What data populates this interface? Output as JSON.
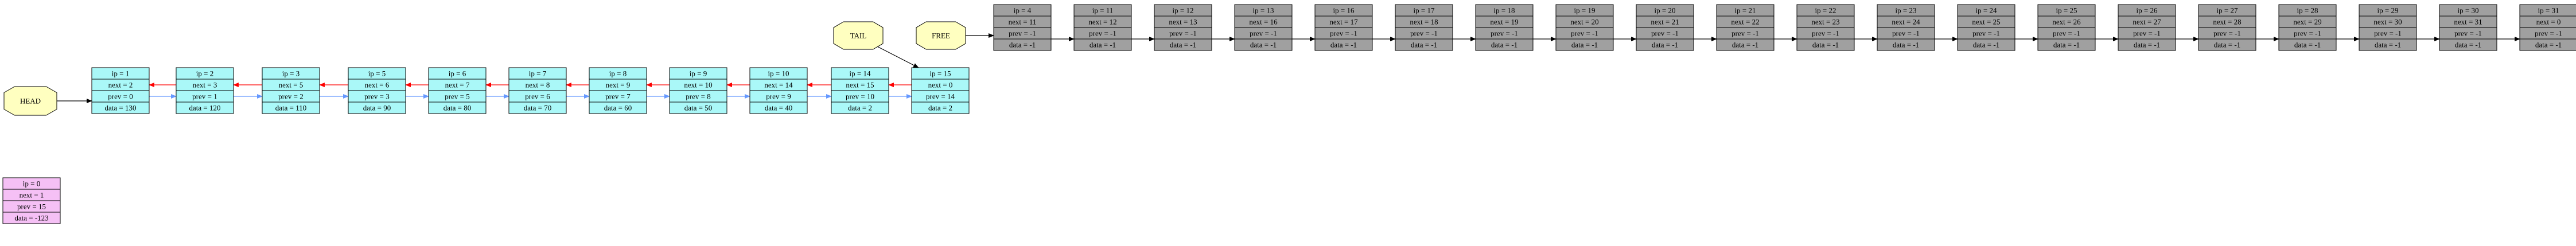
{
  "labels": {
    "head": "HEAD",
    "tail": "TAIL",
    "free": "FREE"
  },
  "colors": {
    "active_fill": "#aaf8f8",
    "free_fill": "#a0a0a0",
    "sentinel_fill": "#f5c0f5",
    "pointer_fill": "#ffffc0",
    "next_edge": "#ff0000",
    "prev_edge": "#6699ff",
    "default_edge": "#000000"
  },
  "sentinel": {
    "ip": "ip = 0",
    "next": "next = 1",
    "prev": "prev = 15",
    "data": "data = -123"
  },
  "active_nodes": [
    {
      "ip": "ip = 1",
      "next": "next = 2",
      "prev": "prev = 0",
      "data": "data = 130"
    },
    {
      "ip": "ip = 2",
      "next": "next = 3",
      "prev": "prev = 1",
      "data": "data = 120"
    },
    {
      "ip": "ip = 3",
      "next": "next = 5",
      "prev": "prev = 2",
      "data": "data = 110"
    },
    {
      "ip": "ip = 5",
      "next": "next = 6",
      "prev": "prev = 3",
      "data": "data = 90"
    },
    {
      "ip": "ip = 6",
      "next": "next = 7",
      "prev": "prev = 5",
      "data": "data = 80"
    },
    {
      "ip": "ip = 7",
      "next": "next = 8",
      "prev": "prev = 6",
      "data": "data = 70"
    },
    {
      "ip": "ip = 8",
      "next": "next = 9",
      "prev": "prev = 7",
      "data": "data = 60"
    },
    {
      "ip": "ip = 9",
      "next": "next = 10",
      "prev": "prev = 8",
      "data": "data = 50"
    },
    {
      "ip": "ip = 10",
      "next": "next = 14",
      "prev": "prev = 9",
      "data": "data = 40"
    },
    {
      "ip": "ip = 14",
      "next": "next = 15",
      "prev": "prev = 10",
      "data": "data = 2"
    },
    {
      "ip": "ip = 15",
      "next": "next = 0",
      "prev": "prev = 14",
      "data": "data = 2"
    }
  ],
  "free_nodes": [
    {
      "ip": "ip = 4",
      "next": "next = 11",
      "prev": "prev = -1",
      "data": "data = -1"
    },
    {
      "ip": "ip = 11",
      "next": "next = 12",
      "prev": "prev = -1",
      "data": "data = -1"
    },
    {
      "ip": "ip = 12",
      "next": "next = 13",
      "prev": "prev = -1",
      "data": "data = -1"
    },
    {
      "ip": "ip = 13",
      "next": "next = 16",
      "prev": "prev = -1",
      "data": "data = -1"
    },
    {
      "ip": "ip = 16",
      "next": "next = 17",
      "prev": "prev = -1",
      "data": "data = -1"
    },
    {
      "ip": "ip = 17",
      "next": "next = 18",
      "prev": "prev = -1",
      "data": "data = -1"
    },
    {
      "ip": "ip = 18",
      "next": "next = 19",
      "prev": "prev = -1",
      "data": "data = -1"
    },
    {
      "ip": "ip = 19",
      "next": "next = 20",
      "prev": "prev = -1",
      "data": "data = -1"
    },
    {
      "ip": "ip = 20",
      "next": "next = 21",
      "prev": "prev = -1",
      "data": "data = -1"
    },
    {
      "ip": "ip = 21",
      "next": "next = 22",
      "prev": "prev = -1",
      "data": "data = -1"
    },
    {
      "ip": "ip = 22",
      "next": "next = 23",
      "prev": "prev = -1",
      "data": "data = -1"
    },
    {
      "ip": "ip = 23",
      "next": "next = 24",
      "prev": "prev = -1",
      "data": "data = -1"
    },
    {
      "ip": "ip = 24",
      "next": "next = 25",
      "prev": "prev = -1",
      "data": "data = -1"
    },
    {
      "ip": "ip = 25",
      "next": "next = 26",
      "prev": "prev = -1",
      "data": "data = -1"
    },
    {
      "ip": "ip = 26",
      "next": "next = 27",
      "prev": "prev = -1",
      "data": "data = -1"
    },
    {
      "ip": "ip = 27",
      "next": "next = 28",
      "prev": "prev = -1",
      "data": "data = -1"
    },
    {
      "ip": "ip = 28",
      "next": "next = 29",
      "prev": "prev = -1",
      "data": "data = -1"
    },
    {
      "ip": "ip = 29",
      "next": "next = 30",
      "prev": "prev = -1",
      "data": "data = -1"
    },
    {
      "ip": "ip = 30",
      "next": "next = 31",
      "prev": "prev = -1",
      "data": "data = -1"
    },
    {
      "ip": "ip = 31",
      "next": "next = 0",
      "prev": "prev = -1",
      "data": "data = -1"
    }
  ]
}
